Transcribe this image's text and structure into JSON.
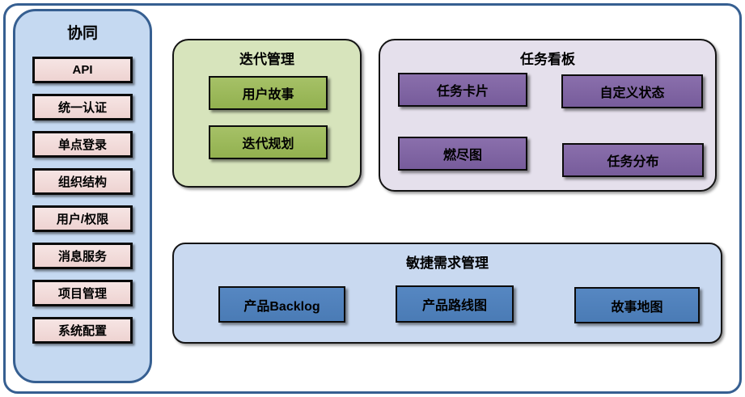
{
  "sidebar": {
    "title": "协同",
    "items": [
      "API",
      "统一认证",
      "单点登录",
      "组织结构",
      "用户/权限",
      "消息服务",
      "项目管理",
      "系统配置"
    ]
  },
  "sections": {
    "iteration": {
      "title": "迭代管理",
      "items": [
        "用户故事",
        "迭代规划"
      ]
    },
    "taskboard": {
      "title": "任务看板",
      "items": [
        "任务卡片",
        "自定义状态",
        "燃尽图",
        "任务分布"
      ]
    },
    "requirements": {
      "title": "敏捷需求管理",
      "items": [
        "产品Backlog",
        "产品路线图",
        "故事地图"
      ]
    }
  },
  "colors": {
    "frame_border": "#365F91",
    "sidebar_fill": "#C5D9F1",
    "sidebar_item_fill": "#F2DCDB",
    "iteration_fill": "#D7E4BC",
    "iteration_item_fill": "#9BBB59",
    "taskboard_fill": "#E5E0EC",
    "taskboard_item_fill": "#8064A2",
    "requirements_fill": "#C9D9F0",
    "requirements_item_fill": "#4F81BD",
    "box_border": "#0B0B0B",
    "text": "#000000"
  }
}
